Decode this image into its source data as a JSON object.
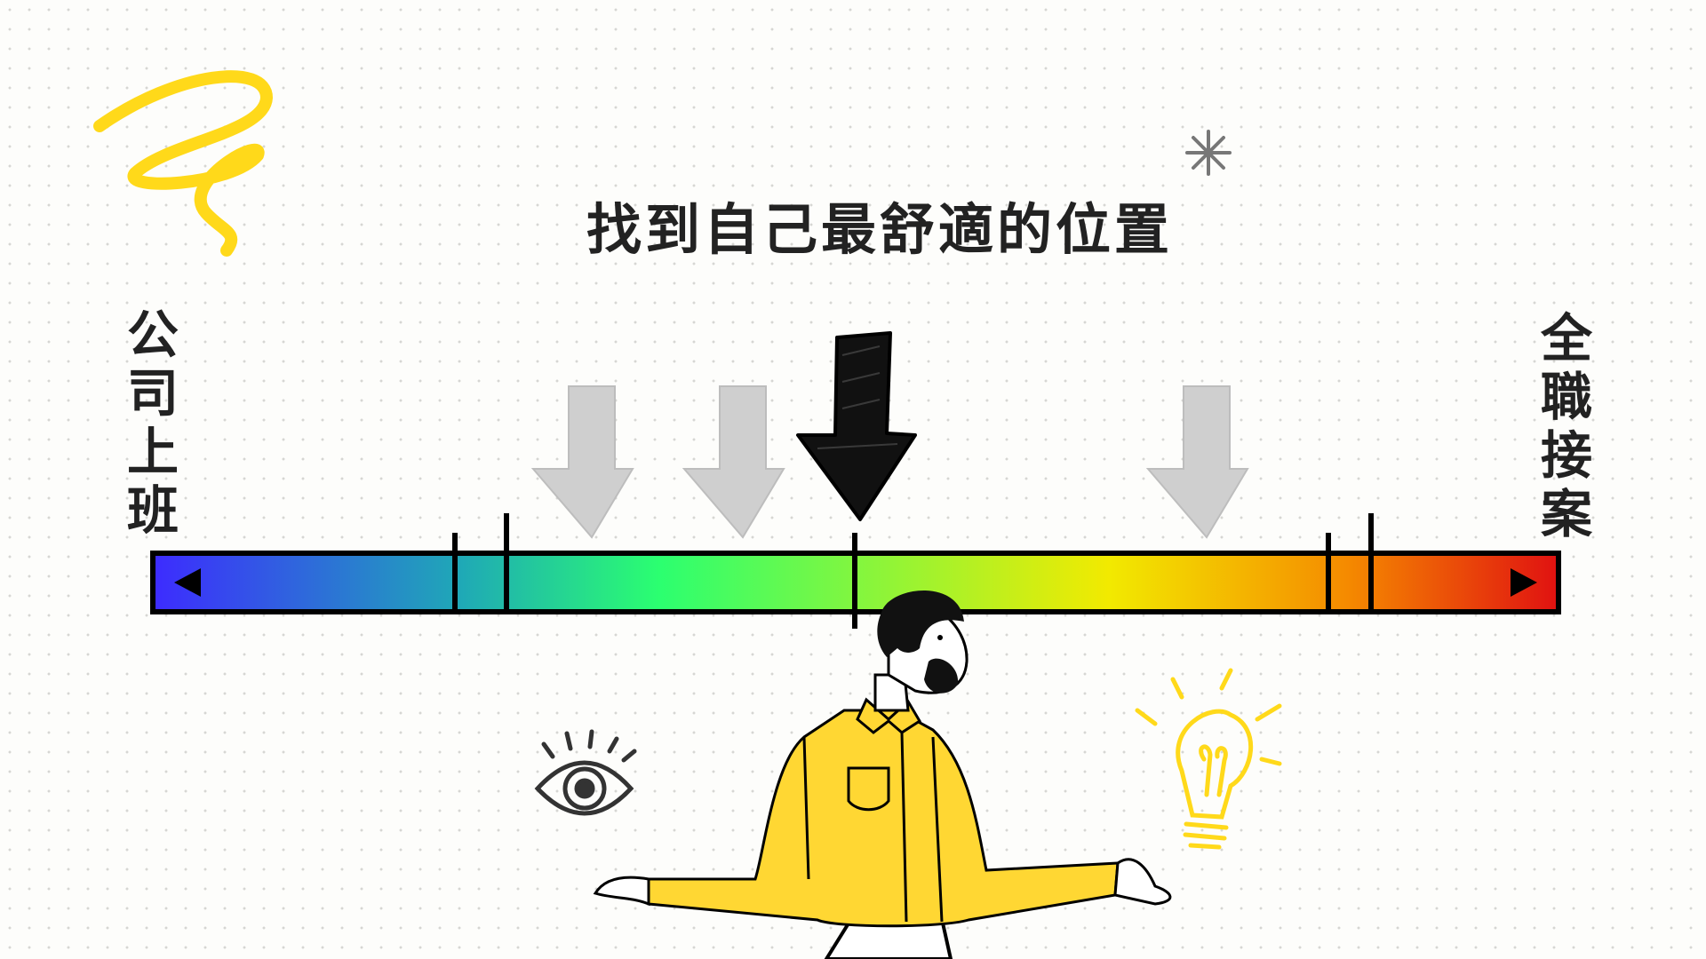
{
  "title": "找到自己最舒適的位置",
  "spectrum": {
    "left_label": "公司上班",
    "right_label": "全職接案",
    "gradient_colors": [
      "#3d2bff",
      "#1fa9b6",
      "#2bff70",
      "#f2ea00",
      "#f58a00",
      "#e01111"
    ],
    "marker_fill": "#000000"
  },
  "illustration": {
    "person": "person-shrugging",
    "shirt_color": "#ffd733",
    "icons": [
      "eye-icon",
      "lightbulb-icon",
      "squiggle-doodle",
      "sparkle-icon"
    ]
  }
}
